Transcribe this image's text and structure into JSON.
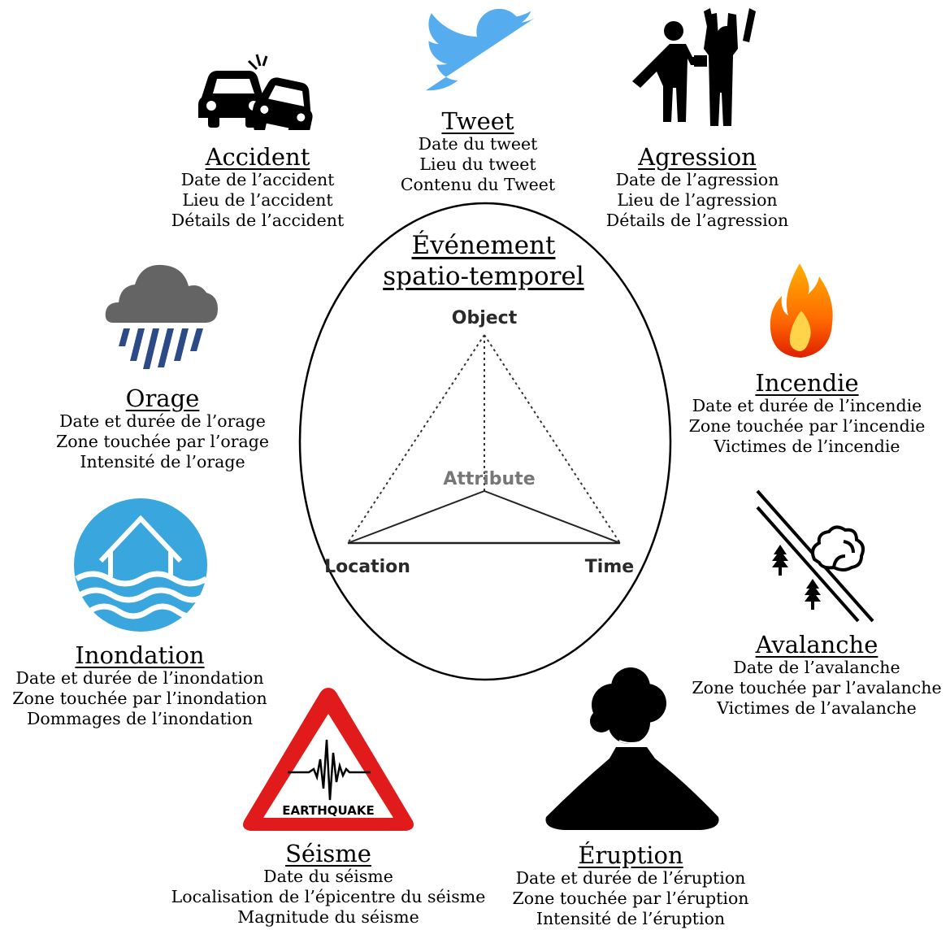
{
  "center": {
    "title_line1": "Événement",
    "title_line2": "spatio-temporel",
    "vertices": {
      "top": "Object",
      "middle": "Attribute",
      "left": "Location",
      "right": "Time"
    }
  },
  "events": {
    "tweet": {
      "title": "Tweet",
      "lines": [
        "Date du tweet",
        "Lieu du tweet",
        "Contenu du Tweet"
      ],
      "icon": "twitter-bird-icon",
      "color": "#55acee"
    },
    "accident": {
      "title": "Accident",
      "lines": [
        "Date de l’accident",
        "Lieu de l’accident",
        "Détails de l’accident"
      ],
      "icon": "car-crash-icon"
    },
    "agression": {
      "title": "Agression",
      "lines": [
        "Date de l’agression",
        "Lieu de l’agression",
        "Détails de l’agression"
      ],
      "icon": "robbery-icon"
    },
    "orage": {
      "title": "Orage",
      "lines": [
        "Date et durée de l’orage",
        "Zone touchée par l’orage",
        "Intensité de l’orage"
      ],
      "icon": "rain-cloud-icon"
    },
    "incendie": {
      "title": "Incendie",
      "lines": [
        "Date et durée de l’incendie",
        "Zone touchée par l’incendie",
        "Victimes de l’incendie"
      ],
      "icon": "fire-icon"
    },
    "inondation": {
      "title": "Inondation",
      "lines": [
        "Date et durée de l’inondation",
        "Zone touchée par l’inondation",
        "Dommages de l’inondation"
      ],
      "icon": "flooded-house-icon"
    },
    "avalanche": {
      "title": "Avalanche",
      "lines": [
        "Date de l’avalanche",
        "Zone touchée par l’avalanche",
        "Victimes de l’avalanche"
      ],
      "icon": "avalanche-icon"
    },
    "seisme": {
      "title": "Séisme",
      "lines": [
        "Date du séisme",
        "Localisation de l’épicentre du séisme",
        "Magnitude du séisme"
      ],
      "icon": "earthquake-sign-icon",
      "sign_text": "EARTHQUAKE"
    },
    "eruption": {
      "title": "Éruption",
      "lines": [
        "Date et durée de l’éruption",
        "Zone touchée par l’éruption",
        "Intensité de l’éruption"
      ],
      "icon": "volcano-icon"
    }
  }
}
